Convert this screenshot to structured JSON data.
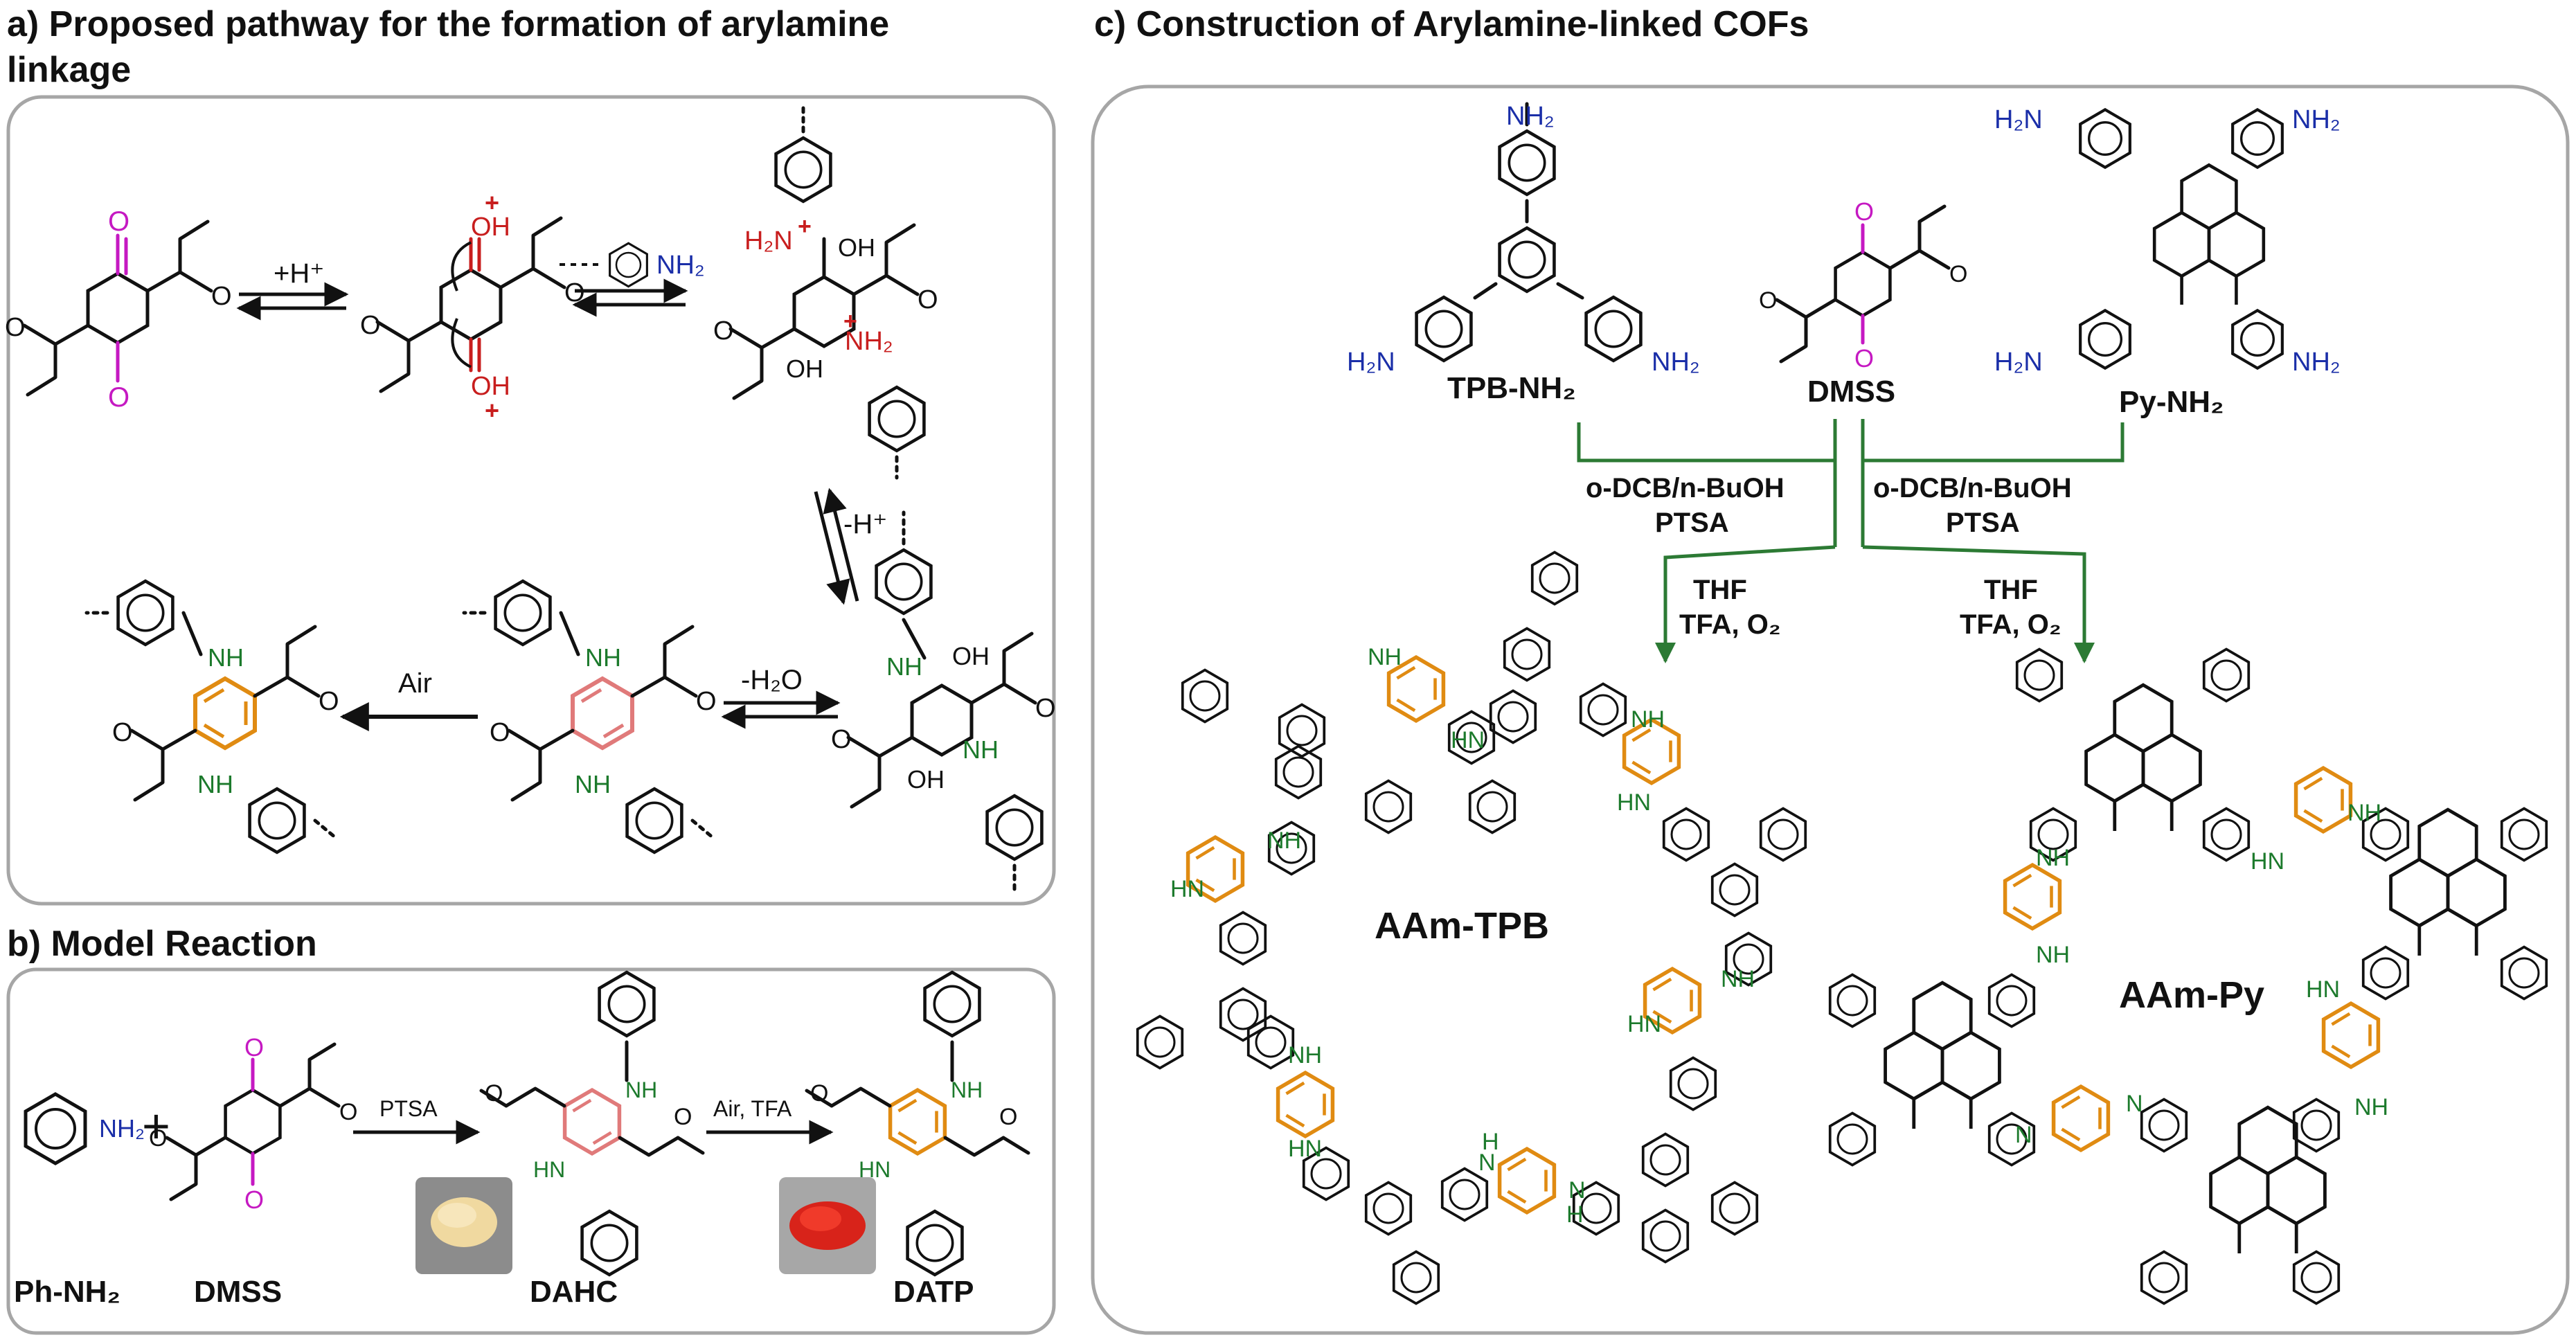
{
  "panels": {
    "a_title_line1": "a) Proposed pathway for the formation of arylamine",
    "a_title_line2": "linkage",
    "b_title": "b) Model Reaction",
    "c_title": "c) Construction of Arylamine-linked COFs"
  },
  "panel_a": {
    "step1_reagent": "+H⁺",
    "oh_top": "OH",
    "oh_bottom": "OH",
    "nh2_pendant": "NH₂",
    "h2n_plus": "H₂N",
    "oh_1": "OH",
    "oh_2": "OH",
    "nh2_plus": "NH₂",
    "minus_h": "-H⁺",
    "minus_water": "-H₂O",
    "air": "Air",
    "nh_labels": [
      "NH",
      "NH",
      "NH",
      "NH",
      "NH",
      "NH"
    ],
    "oh_labels": [
      "OH",
      "OH"
    ]
  },
  "panel_b": {
    "nh2": "NH₂",
    "plus": "+",
    "reagent1": "PTSA",
    "reagent2": "Air, TFA",
    "nh": [
      "NH",
      "HN",
      "NH",
      "HN"
    ],
    "compounds": [
      "Ph-NH₂",
      "DMSS",
      "DAHC",
      "DATP"
    ]
  },
  "panel_c": {
    "monomers": [
      "TPB-NH₂",
      "DMSS",
      "Py-NH₂"
    ],
    "nh2": "NH₂",
    "h2n": "H₂N",
    "cond_left_1": "o-DCB/n-BuOH",
    "cond_left_2": "PTSA",
    "cond_right_1": "o-DCB/n-BuOH",
    "cond_right_2": "PTSA",
    "thf_left": "THF",
    "tfa_left": "TFA, O₂",
    "thf_right": "THF",
    "tfa_right": "TFA, O₂",
    "cof_left": "AAm-TPB",
    "cof_right": "AAm-Py",
    "nh": "NH",
    "hn": "HN",
    "n": "N",
    "h": "H"
  },
  "colors": {
    "ketone": "#c519c2",
    "protonated": "#c81e1e",
    "aromatized": "#e08b12",
    "amine_link": "#1c7a2c",
    "amine": "#1a2ea8",
    "route_arrow": "#2c7a34",
    "frame": "#a6a6a6"
  }
}
